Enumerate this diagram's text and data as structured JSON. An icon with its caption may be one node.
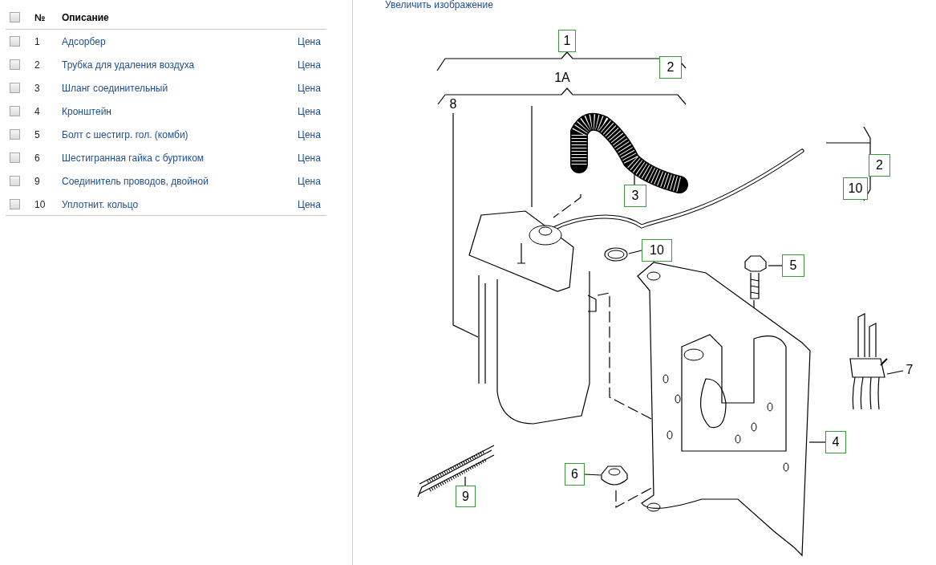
{
  "diagram": {
    "nodes": [
      {
        "text": [
          "8"
        ]
      },
      {
        "text": [],
        "shape": "picture"
      },
      {
        "text": [
          "3"
        ]
      },
      {
        "text": [],
        "shape": "picture"
      },
      {
        "text": [
          "10"
        ]
      },
      {
        "text": [],
        "shape": "picture"
      },
      {
        "text": [
          "5"
        ]
      },
      {
        "text": [],
        "shape": "picture"
      },
      {
        "text": [
          "7"
        ]
      },
      {
        "text": [],
        "shape": "picture"
      },
      {
        "text": [
          "4"
        ]
      },
      {
        "text": [],
        "shape": "picture"
      },
      {
        "text": [
          "6"
        ]
      },
      {
        "text": [],
        "shape": "picture"
      },
      {
        "text": [
          "9"
        ]
      },
      {
        "text": [],
        "shape": "picture"
      },
      {
        "text": [
          "1"
        ]
      },
      {
        "text": [
          "2"
        ]
      },
      {
        "text": [
          "1A"
        ]
      },
      {
        "text": [
          "2"
        ]
      },
      {
        "text": [
          "10"
        ]
      }
    ],
    "edges": [
      {
        "from": 0,
        "to": 1,
        "arrow": "none"
      },
      {
        "from": 2,
        "to": 3,
        "arrow": "none"
      },
      {
        "from": 4,
        "to": 5,
        "arrow": "none"
      },
      {
        "from": 6,
        "to": 7,
        "arrow": "none"
      },
      {
        "from": 8,
        "to": 9,
        "arrow": "none"
      },
      {
        "from": 10,
        "to": 11,
        "arrow": "none"
      },
      {
        "from": 12,
        "to": 13,
        "arrow": "none"
      },
      {
        "from": 14,
        "to": 15,
        "arrow": "none"
      },
      {
        "from": 18,
        "to": 1,
        "arrow": "none"
      },
      {
        "from": 3,
        "to": 1,
        "arrow": "none",
        "style": "dashed"
      },
      {
        "from": 1,
        "to": 11,
        "arrow": "none",
        "style": "dashed"
      },
      {
        "from": 7,
        "to": 11,
        "arrow": "none"
      },
      {
        "from": 13,
        "to": 11,
        "arrow": "none",
        "style": "dashed"
      }
    ],
    "labels": [
      "№",
      "Описание",
      "1",
      "Адсорбер",
      "Цена",
      "2",
      "Трубка для удаления воздуха",
      "Цена",
      "3",
      "Шланг соединительный",
      "Цена",
      "4",
      "Кронштейн",
      "Цена",
      "5",
      "Болт с шестигр. гол. (комби)",
      "Цена",
      "6",
      "Шестигранная гайка с буртиком",
      "Цена",
      "9",
      "Соединитель проводов, двойной",
      "Цена",
      "10",
      "Уплотнит. кольцо",
      "Цена",
      "Увеличить изображение"
    ]
  }
}
